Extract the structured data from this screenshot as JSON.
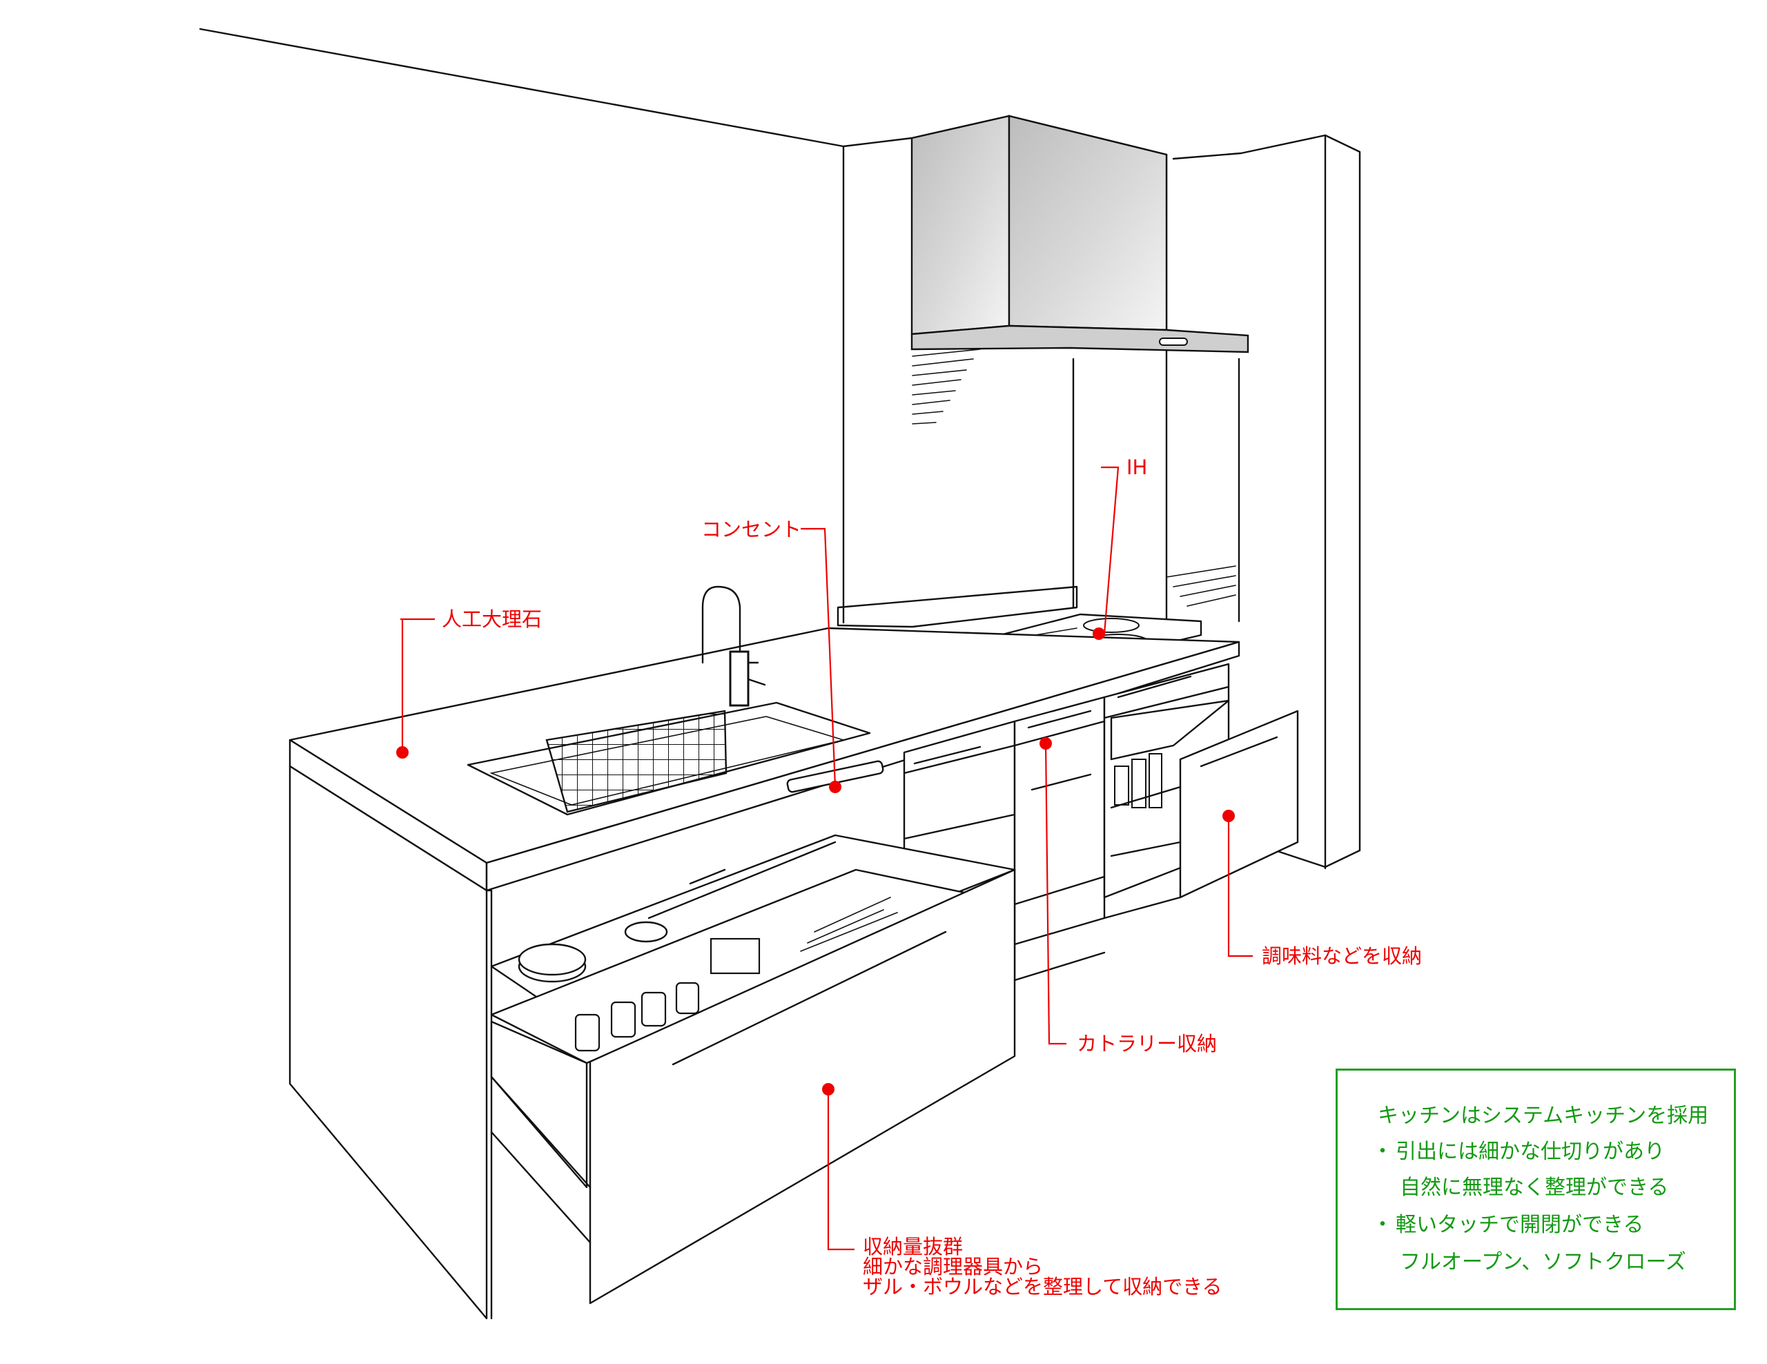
{
  "labels": {
    "countertop": "人工大理石",
    "outlet": "コンセント",
    "ih": "IH",
    "seasoning": "調味料などを収納",
    "cutlery": "カトラリー収納",
    "storage": [
      "収納量抜群",
      "細かな調理器具から",
      "ザル・ボウルなどを整理して収納できる"
    ]
  },
  "notes": {
    "title": "キッチンはシステムキッチンを採用",
    "bullet": "・",
    "item1_line1": "引出には細かな仕切りがあり",
    "item1_line2": "自然に無理なく整理ができる",
    "item2_line1": "軽いタッチで開閉ができる",
    "item2_line2": "フルオープン、ソフトクローズ"
  },
  "colors": {
    "annotation": "#ee0000",
    "notes": "#139a13",
    "line": "#111111"
  }
}
